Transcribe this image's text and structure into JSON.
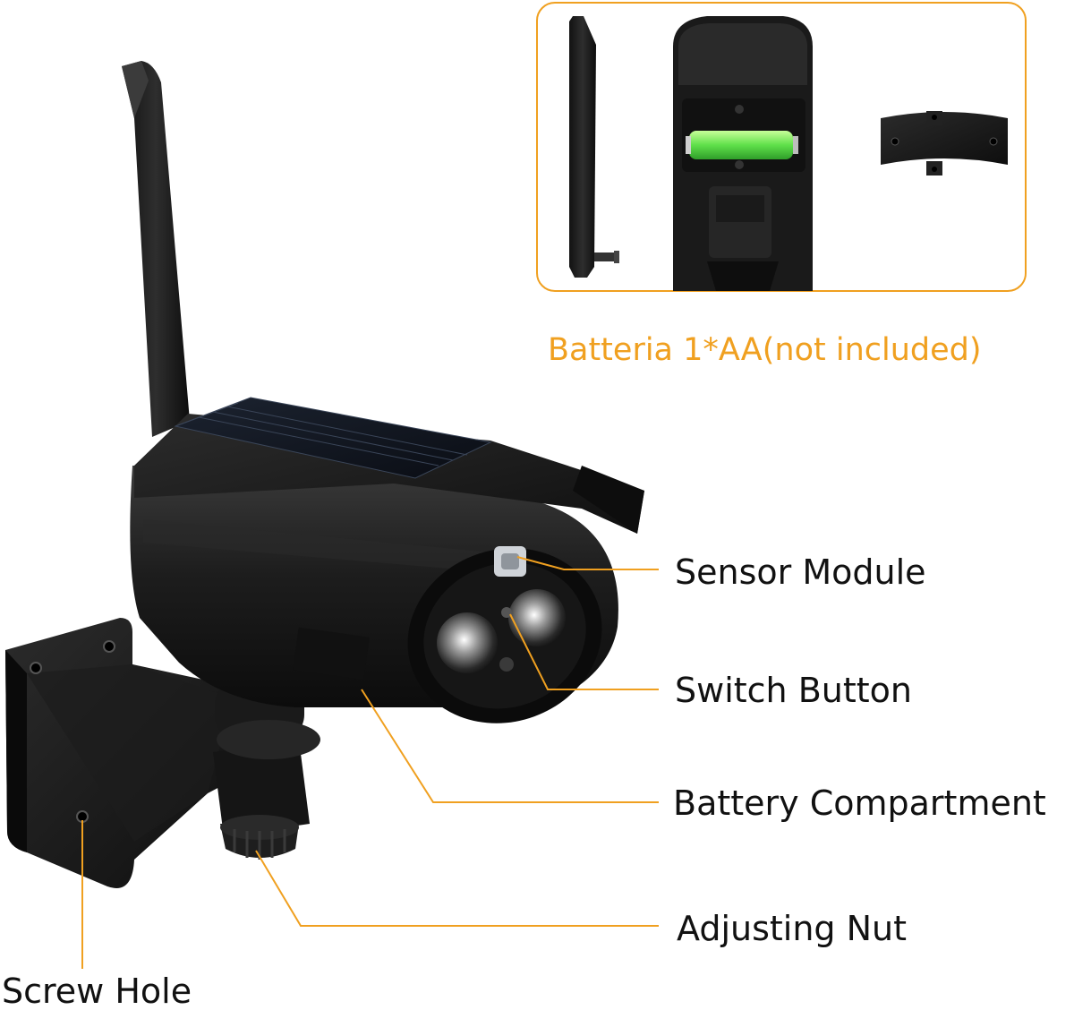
{
  "accent_color": "#F0A020",
  "inset": {
    "caption": "Batteria 1*AA(not included)",
    "items": [
      "antenna",
      "battery-compartment-open",
      "mounting-plate"
    ]
  },
  "callouts": {
    "sensor_module": "Sensor Module",
    "switch_button": "Switch Button",
    "battery_compartment": "Battery Compartment",
    "adjusting_nut": "Adjusting Nut",
    "screw_hole": "Screw Hole"
  },
  "product": {
    "name_icons": [
      "solar-panel-icon",
      "antenna-icon",
      "led-light-icon",
      "wall-bracket-icon"
    ]
  }
}
